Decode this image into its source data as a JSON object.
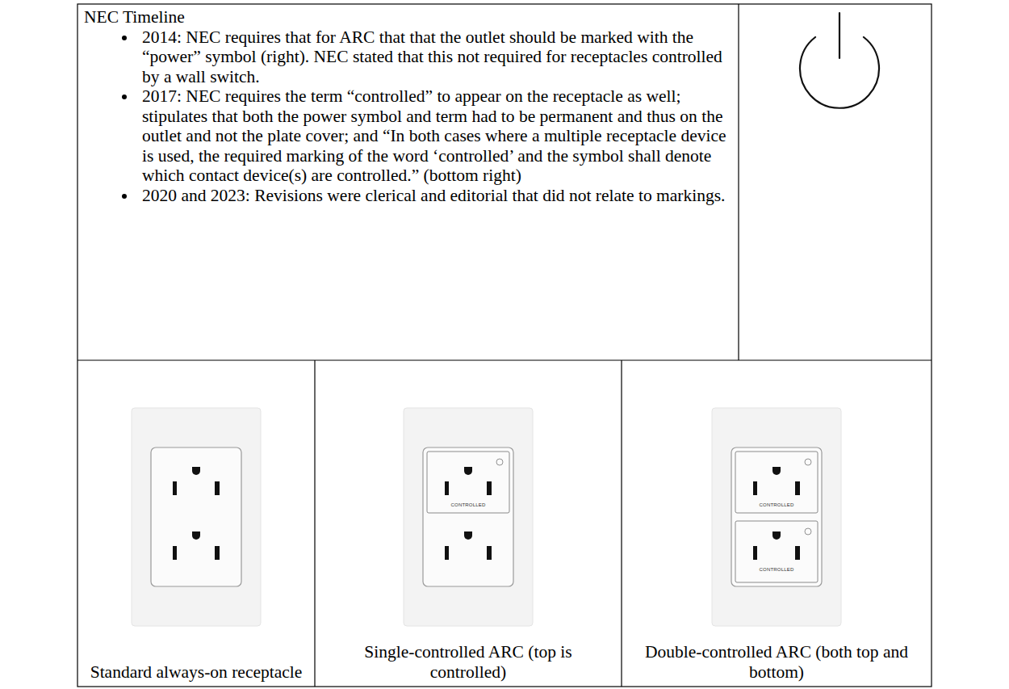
{
  "diagram": {
    "nodes": [
      {
        "text": [
          "NEC Timeline",
          "2014: NEC requires that for ARC that that the outlet should be marked with the “power” symbol (right). NEC stated that this not required for receptacles controlled by a wall switch.",
          "2017: NEC requires the term “controlled” to appear on the receptacle as well; stipulates that both the power symbol and term had to be permanent and thus on the outlet and not the plate cover; and “In both cases where a multiple receptacle device is used, the required marking of the word ‘controlled’ and the symbol shall denote which contact device(s) are controlled.” (bottom right)",
          "2020 and 2023: Revisions were clerical and editorial that did not relate to markings."
        ]
      },
      {
        "text": [
          "Standard always-on receptacle"
        ]
      },
      {
        "text": [
          "Single-controlled ARC (top is controlled)"
        ]
      },
      {
        "text": [
          "Double-controlled ARC (both top and bottom)"
        ]
      }
    ],
    "labels": [
      "CONTROLLED",
      "CONTROLLED",
      "CONTROLLED"
    ]
  }
}
